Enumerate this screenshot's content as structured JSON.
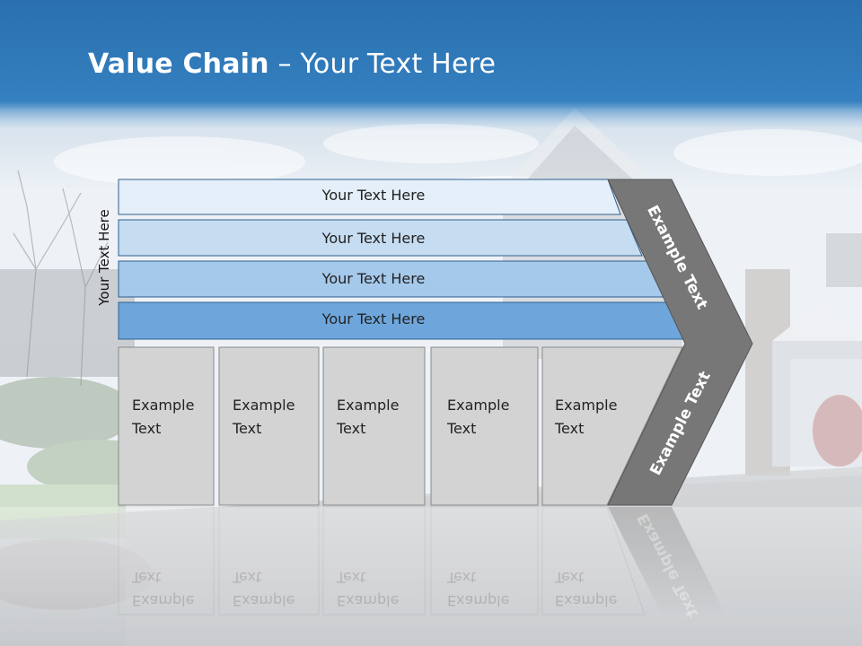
{
  "slide": {
    "title_bold": "Value Chain",
    "title_rest": " – Your Text Here",
    "side_label": "Your Text Here",
    "rows": [
      {
        "label": "Your Text Here",
        "color": "#e4eff9"
      },
      {
        "label": "Your Text Here",
        "color": "#c6dcf1"
      },
      {
        "label": "Your Text Here",
        "color": "#a5c9ea"
      },
      {
        "label": "Your Text Here",
        "color": "#6ea6dc"
      }
    ],
    "columns": [
      {
        "label": "Example\nText"
      },
      {
        "label": "Example\nText"
      },
      {
        "label": "Example\nText"
      },
      {
        "label": "Example\nText"
      },
      {
        "label": "Example\nText"
      }
    ],
    "arrow_top_label": "Example Text",
    "arrow_bottom_label": "Example Text"
  },
  "colors": {
    "header_blue": "#2a74b4",
    "column_gray": "#d3d3d3",
    "arrow_gray": "#777777"
  }
}
